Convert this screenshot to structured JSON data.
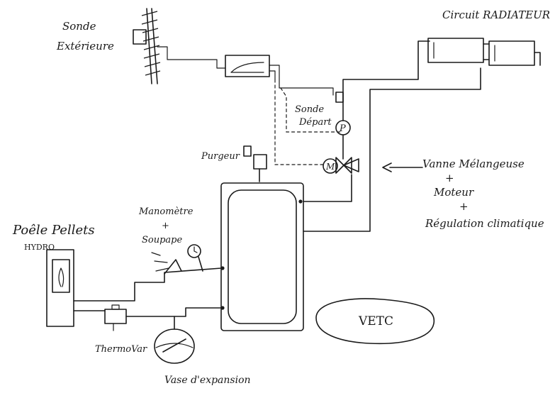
{
  "labels": {
    "sonde_exterieure_1": "Sonde",
    "sonde_exterieure_2": "Extérieure",
    "circuit_radiateur": "Circuit RADIATEUR",
    "sonde_depart_1": "Sonde",
    "sonde_depart_2": "Départ",
    "purgeur": "Purgeur",
    "vanne_1": "Vanne Mélangeuse",
    "vanne_2": "+",
    "vanne_3": "Moteur",
    "vanne_4": "+",
    "vanne_5": "Régulation climatique",
    "manometre_1": "Manomètre",
    "manometre_2": "+",
    "manometre_3": "Soupape",
    "poele_1": "Poêle Pellets",
    "poele_2": "HYDRO",
    "thermovar": "ThermoVar",
    "vase": "Vase d'expansion",
    "vetc": "VETC",
    "pump_symbol": "P",
    "motor_symbol": "M"
  },
  "colors": {
    "ink": "#1a1a1a",
    "background": "#ffffff"
  }
}
